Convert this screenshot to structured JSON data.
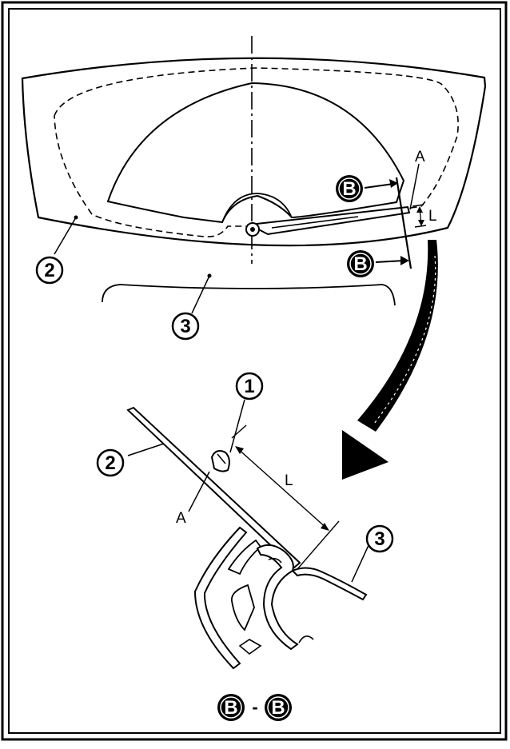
{
  "callouts": {
    "part1": "1",
    "part2_top": "2",
    "part3_top": "3",
    "part2_bottom": "2",
    "part3_bottom": "3",
    "section_upper": "B",
    "section_lower": "B"
  },
  "labels": {
    "point_a_top": "A",
    "dim_l_top": "L",
    "point_a_bottom": "A",
    "dim_l_bottom": "L"
  },
  "section_view": {
    "left": "B",
    "separator": "-",
    "right": "B"
  }
}
